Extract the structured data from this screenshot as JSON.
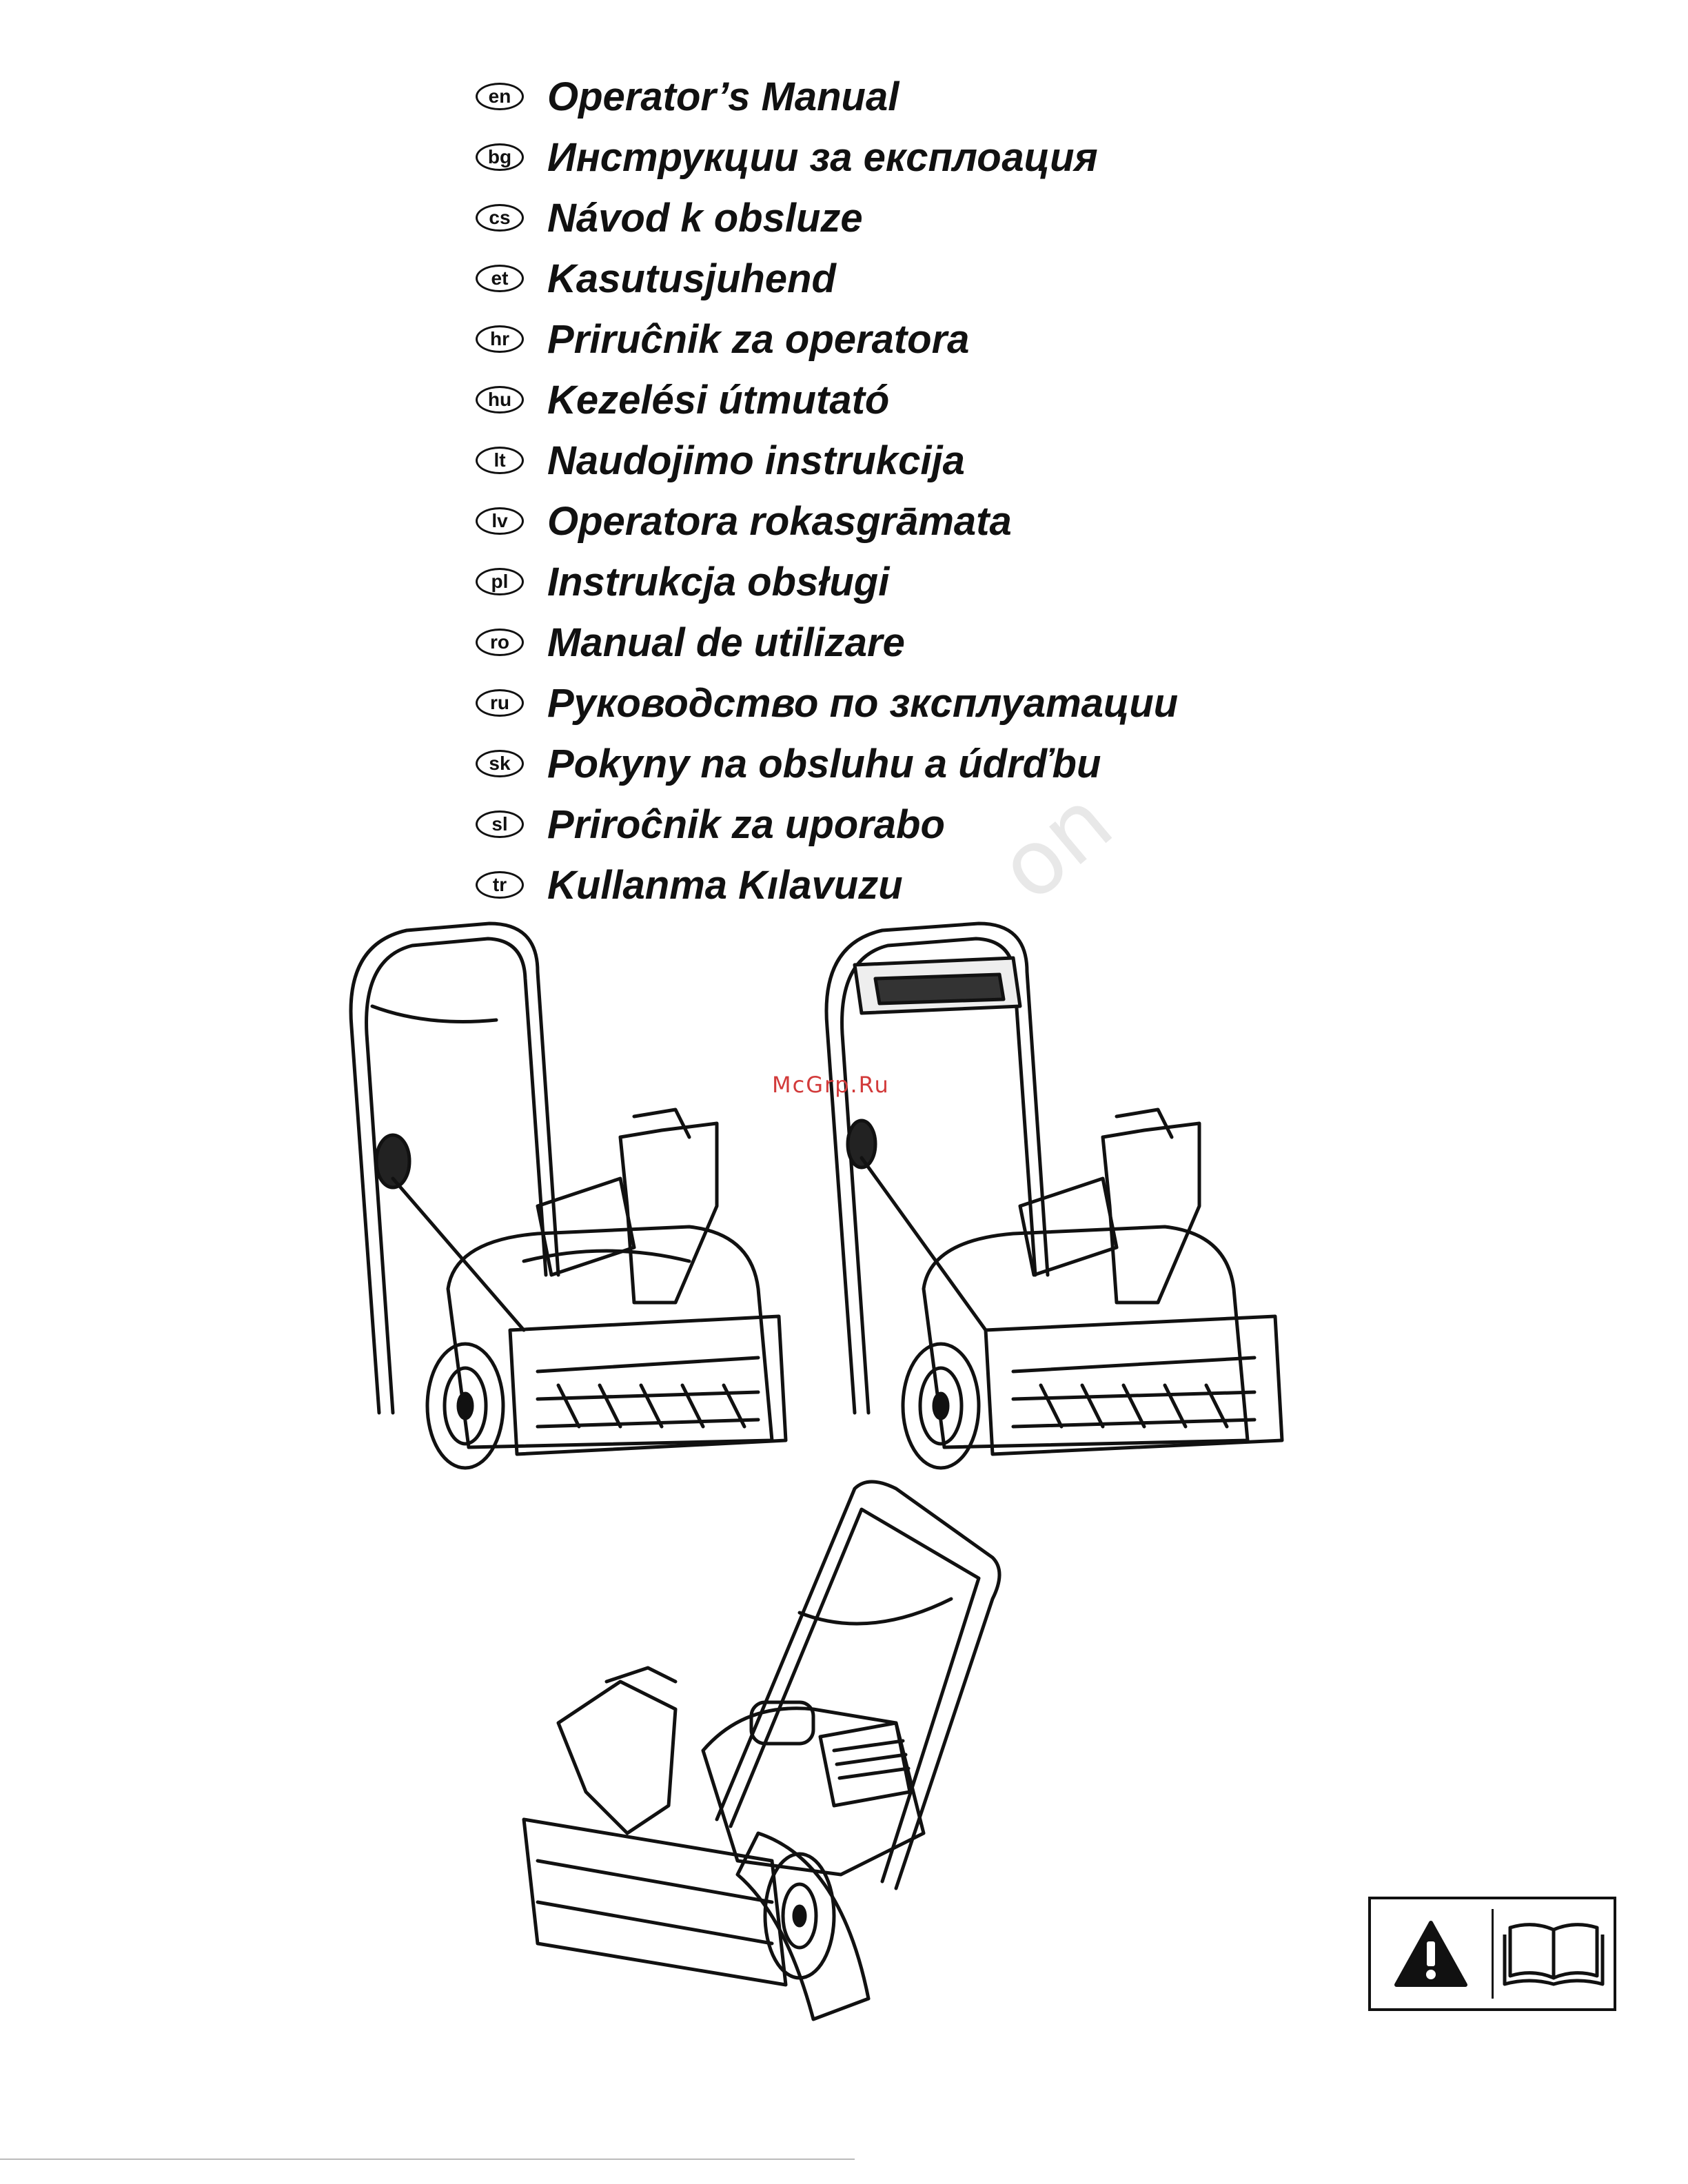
{
  "languages": [
    {
      "code": "en",
      "title": "Operator’s Manual"
    },
    {
      "code": "bg",
      "title": "Инструкции за експлоация"
    },
    {
      "code": "cs",
      "title": "Návod k obsluze"
    },
    {
      "code": "et",
      "title": "Kasutusjuhend"
    },
    {
      "code": "hr",
      "title": "Priruĉnik za operatora"
    },
    {
      "code": "hu",
      "title": "Kezelési útmutató"
    },
    {
      "code": "lt",
      "title": "Naudojimo instrukcija"
    },
    {
      "code": "lv",
      "title": "Operatora rokasgrāmata"
    },
    {
      "code": "pl",
      "title": "Instrukcja obsługi"
    },
    {
      "code": "ro",
      "title": "Manual de utilizare"
    },
    {
      "code": "ru",
      "title": "Руководство по зксплуатации"
    },
    {
      "code": "sk",
      "title": "Pokyny na obsluhu a údrďbu"
    },
    {
      "code": "sl",
      "title": "Priroĉnik za uporabo"
    },
    {
      "code": "tr",
      "title": "Kullanma Kılavuzu"
    }
  ],
  "watermark": "McGrp.Ru",
  "icons": {
    "warning": "warning-triangle-icon",
    "manual": "open-book-icon"
  },
  "colors": {
    "text": "#111111",
    "watermark": "#d23a3a"
  }
}
